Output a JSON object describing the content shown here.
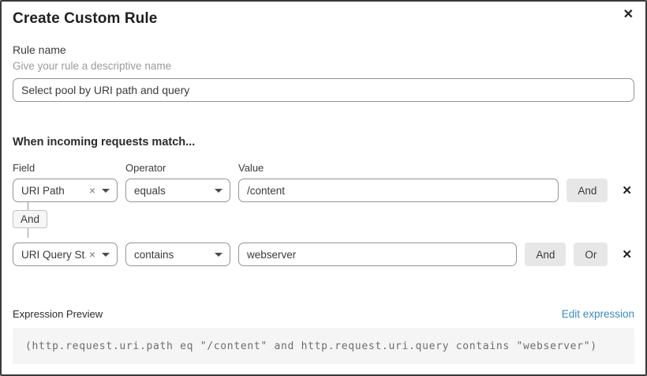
{
  "dialog": {
    "title": "Create Custom Rule",
    "close_glyph": "✕"
  },
  "rule_name": {
    "label": "Rule name",
    "hint": "Give your rule a descriptive name",
    "value": "Select pool by URI path and query"
  },
  "match_section": {
    "heading": "When incoming requests match...",
    "columns": {
      "field": "Field",
      "operator": "Operator",
      "value": "Value"
    },
    "rows": [
      {
        "field": "URI Path",
        "clear_glyph": "×",
        "operator": "equals",
        "value": "/content",
        "buttons": [
          "And"
        ],
        "remove_glyph": "✕"
      },
      {
        "field": "URI Query St...",
        "clear_glyph": "×",
        "operator": "contains",
        "value": "webserver",
        "buttons": [
          "And",
          "Or"
        ],
        "remove_glyph": "✕"
      }
    ],
    "connector_label": "And"
  },
  "expression": {
    "label": "Expression Preview",
    "edit_link": "Edit expression",
    "code": "(http.request.uri.path eq \"/content\" and http.request.uri.query contains \"webserver\")"
  },
  "colors": {
    "link_blue": "#3b8bc4",
    "button_gray": "#e7e7e7",
    "border_gray": "#949494",
    "code_bg": "#f5f5f5"
  }
}
